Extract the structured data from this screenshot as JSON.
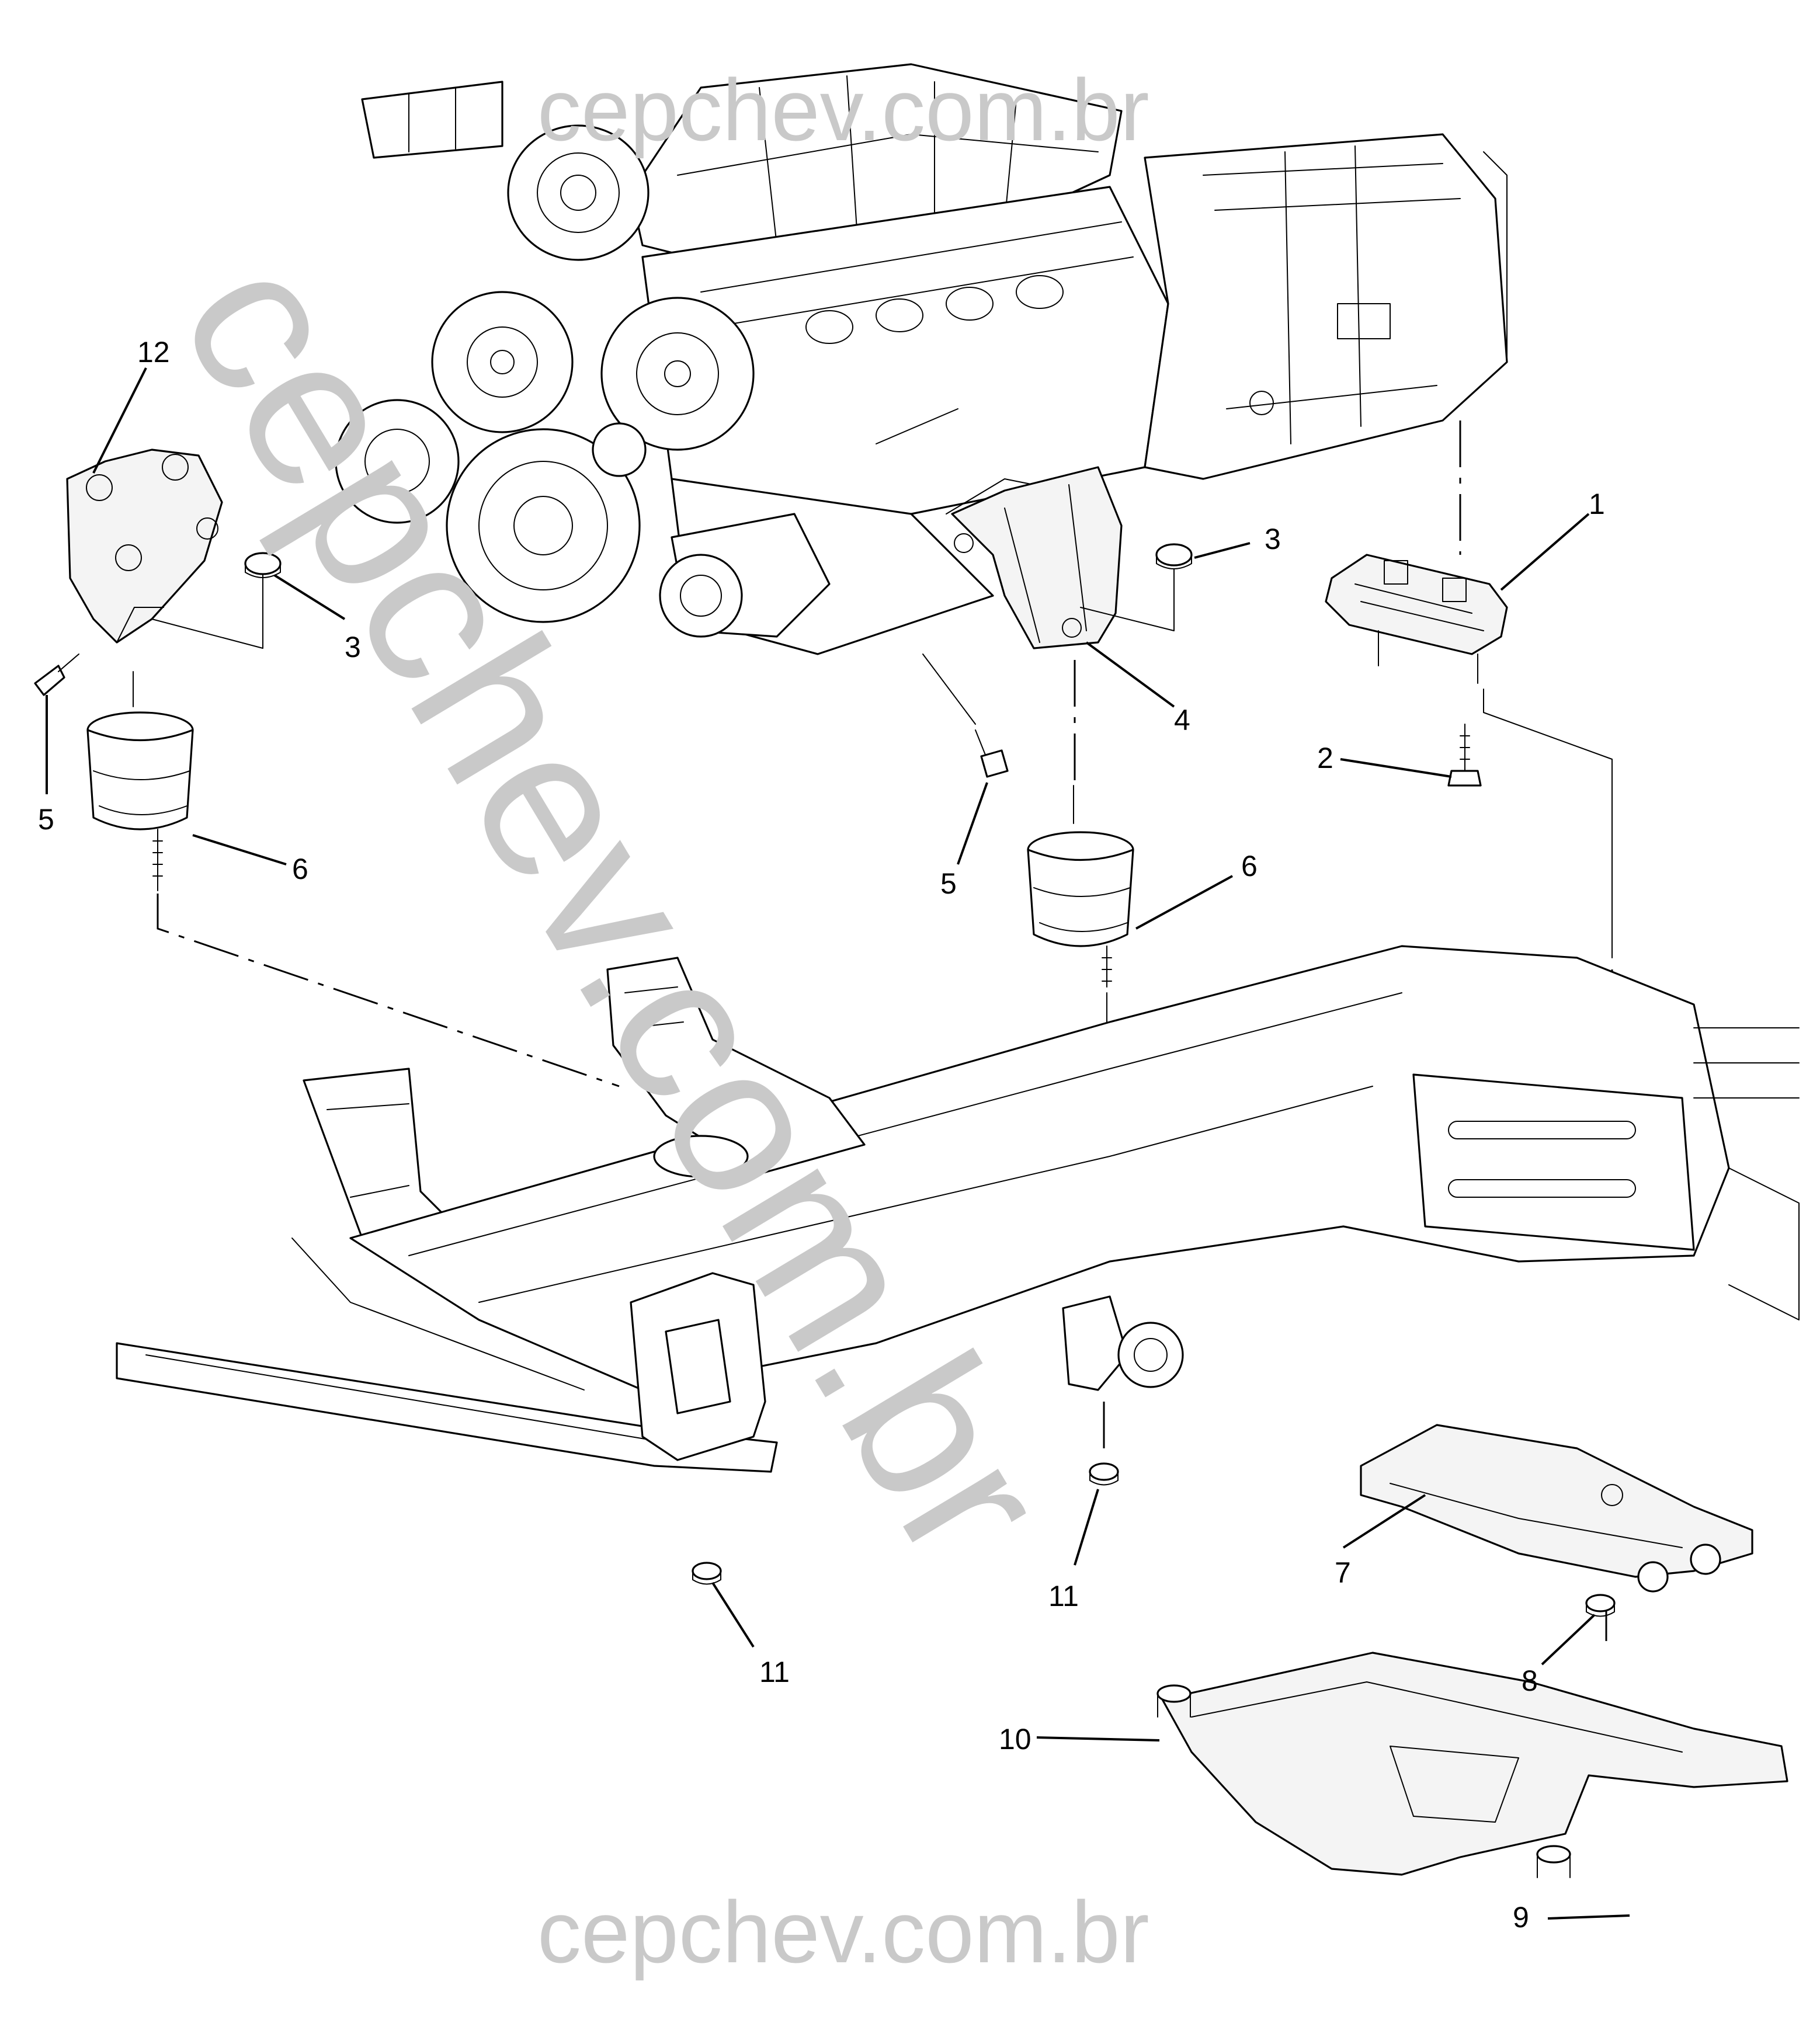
{
  "watermark": {
    "top": "cepchev.com.br",
    "bottom": "cepchev.com.br",
    "diagonal": "cepchev.com.br"
  },
  "callouts": [
    {
      "id": "c1",
      "label": "1"
    },
    {
      "id": "c2",
      "label": "2"
    },
    {
      "id": "c3a",
      "label": "3"
    },
    {
      "id": "c3b",
      "label": "3"
    },
    {
      "id": "c4",
      "label": "4"
    },
    {
      "id": "c5a",
      "label": "5"
    },
    {
      "id": "c5b",
      "label": "5"
    },
    {
      "id": "c6a",
      "label": "6"
    },
    {
      "id": "c6b",
      "label": "6"
    },
    {
      "id": "c7",
      "label": "7"
    },
    {
      "id": "c8",
      "label": "8"
    },
    {
      "id": "c9",
      "label": "9"
    },
    {
      "id": "c10",
      "label": "10"
    },
    {
      "id": "c11a",
      "label": "11"
    },
    {
      "id": "c11b",
      "label": "11"
    },
    {
      "id": "c12",
      "label": "12"
    }
  ],
  "colors": {
    "line": "#000000",
    "background": "#ffffff",
    "watermark": "#c9c9c9"
  }
}
